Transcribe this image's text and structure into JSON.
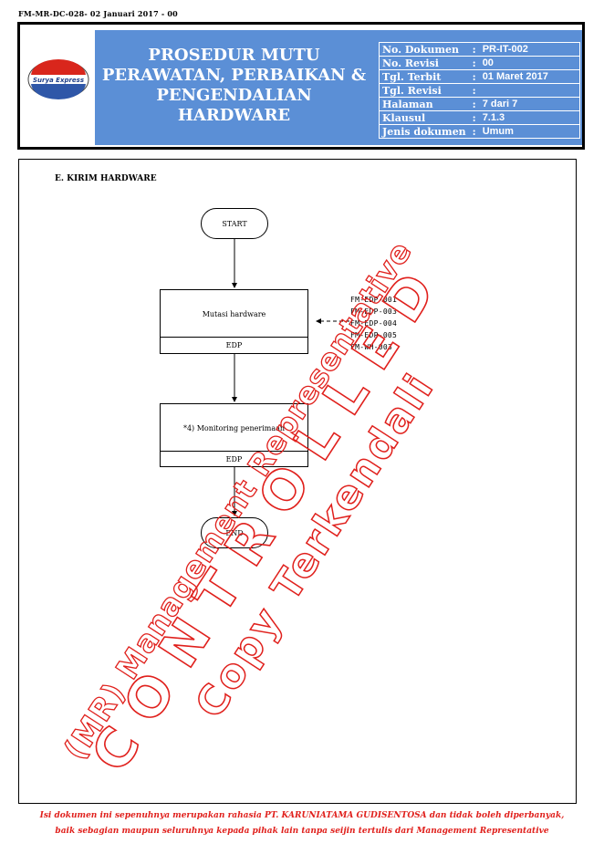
{
  "doc_code": "FM-MR-DC-028- 02 Januari 2017 - 00",
  "header": {
    "logo_text": "Surya Express",
    "title_lines": [
      "PROSEDUR MUTU",
      "PERAWATAN, PERBAIKAN &",
      "PENGENDALIAN",
      "HARDWARE"
    ],
    "info": [
      {
        "label": "No. Dokumen",
        "sep": ":",
        "value": "PR-IT-002"
      },
      {
        "label": "No. Revisi",
        "sep": ":",
        "value": "00"
      },
      {
        "label": "Tgl. Terbit",
        "sep": ":",
        "value": "01 Maret 2017"
      },
      {
        "label": "Tgl. Revisi",
        "sep": ":",
        "value": ""
      },
      {
        "label": "Halaman",
        "sep": ":",
        "value": "7 dari 7"
      },
      {
        "label": "Klausul",
        "sep": ":",
        "value": "7.1.3"
      },
      {
        "label": "Jenis dokumen",
        "sep": ":",
        "value": "Umum"
      }
    ]
  },
  "section_title": "E.   KIRIM HARDWARE",
  "flowchart": {
    "start": "START",
    "step1": {
      "label": "Mutasi hardware",
      "owner": "EDP"
    },
    "step2": {
      "label": "*4) Monitoring penerimaan",
      "owner": "EDP"
    },
    "end": "END",
    "forms": [
      "FM-EDP-001",
      "FM-EDP-003",
      "FM-EDP-004",
      "FM-EDP-005",
      "FM-WH-003"
    ]
  },
  "watermark": {
    "line1": "(MR) Management Representative",
    "line2": "C O N T R O L L E D",
    "line3": "Copy Terkendali",
    "color": "#e0201c"
  },
  "footer": {
    "line1": "Isi dokumen ini sepenuhnya merupakan rahasia PT. KARUNIATAMA GUDISENTOSA dan tidak boleh diperbanyak,",
    "line2": "baik sebagian maupun seluruhnya kepada pihak lain tanpa seijin tertulis dari Management Representative"
  }
}
